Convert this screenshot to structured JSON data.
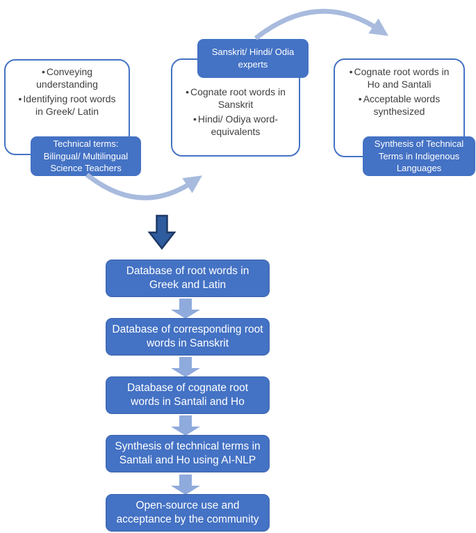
{
  "cycle": {
    "nodes": [
      {
        "bullets": [
          "Conveying understanding",
          "Identifying root words in Greek/ Latin"
        ],
        "label": "Technical terms: Bilingual/ Multilingual Science Teachers",
        "label_position": "bottom"
      },
      {
        "bullets": [
          "Cognate root words in Sanskrit",
          "Hindi/ Odiya word-equivalents"
        ],
        "label": "Sanskrit/ Hindi/ Odia experts",
        "label_position": "top"
      },
      {
        "bullets": [
          "Cognate root words in Ho and Santali",
          "Acceptable words synthesized"
        ],
        "label": "Synthesis of Technical Terms in Indigenous Languages",
        "label_position": "bottom"
      }
    ]
  },
  "flow": {
    "steps": [
      "Database of root words in Greek and Latin",
      "Database of corresponding root words in Sanskrit",
      "Database of cognate root words in Santali and Ho",
      "Synthesis of technical terms in Santali and Ho using AI-NLP",
      "Open-source use and acceptance by the community"
    ]
  },
  "icons": {
    "curved_arrow_up_right": "curved swoosh arrow pointing up-right",
    "curved_arrow_over_top": "curved swoosh arrow arcing over the top to the right",
    "big_down_arrow": "solid dark blue block arrow pointing down",
    "small_down_arrow": "solid light blue block arrow pointing down"
  },
  "colors": {
    "primary_blue": "#4472C4",
    "bubble_border": "#4472C4",
    "dark_arrow_fill": "#2E5C9E",
    "dark_arrow_border": "#1F3864",
    "light_arrow": "#8FAADC",
    "curved_arrow": "#A8BBDE",
    "bullet_text": "#3F3F3F",
    "label_text": "#FFFFFF"
  }
}
